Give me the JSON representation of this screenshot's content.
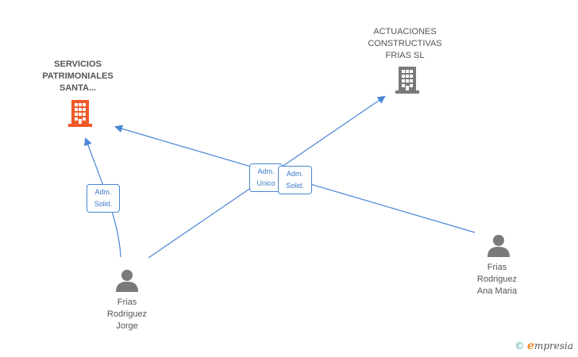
{
  "nodes": {
    "servicios": {
      "label": "SERVICIOS\nPATRIMONIALES\nSANTA...",
      "type": "company",
      "highlight": true,
      "color": "#f05a28"
    },
    "actuaciones": {
      "label": "ACTUACIONES\nCONSTRUCTIVAS\nFRIAS SL",
      "type": "company",
      "color": "#7a7a7a"
    },
    "jorge": {
      "label": "Frias\nRodriguez\nJorge",
      "type": "person",
      "color": "#7a7a7a"
    },
    "ana": {
      "label": "Frias\nRodriguez\nAna Maria",
      "type": "person",
      "color": "#7a7a7a"
    }
  },
  "roles": {
    "jorge_servicios": "Adm.\nSolid.",
    "ana_servicios": "Adm.\nUnico",
    "jorge_actuaciones": "Adm.\nSolid."
  },
  "edge_color": "#4a86d4",
  "brand": {
    "copyright": "©",
    "initial": "e",
    "rest": "mpresia"
  }
}
